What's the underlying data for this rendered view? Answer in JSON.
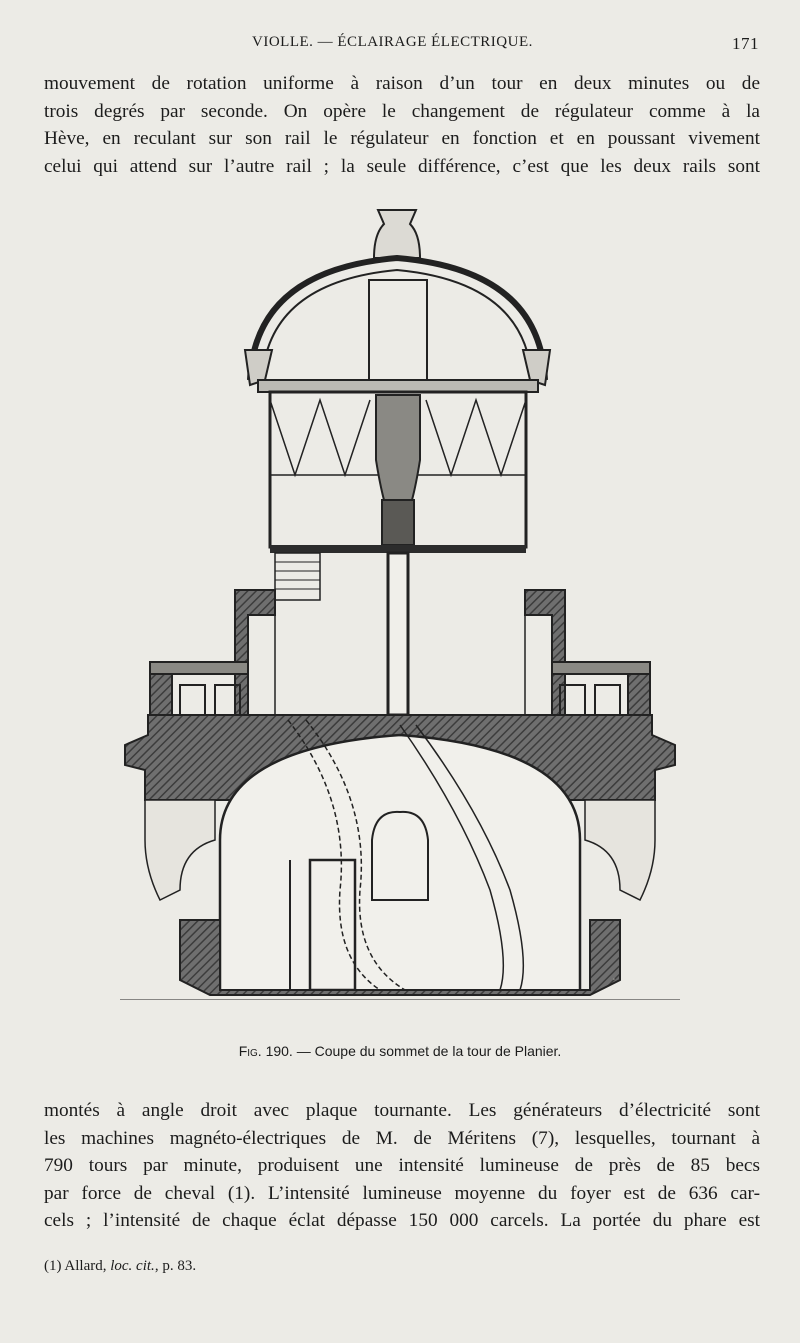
{
  "header": {
    "running_title": "VIOLLE. — ÉCLAIRAGE ÉLECTRIQUE.",
    "page_number": "171"
  },
  "top_paragraph": {
    "lines": [
      "mouvement de rotation uniforme à raison d’un tour en deux minutes ou de",
      "trois degrés par seconde. On opère le changement de régulateur comme à la",
      "Hève, en reculant sur son rail le régulateur en fonction et en poussant vivement",
      "celui qui attend sur l’autre rail ; la seule différence, c’est que les deux rails sont"
    ]
  },
  "figure": {
    "fig_label": "Fig. 190.",
    "caption": "— Coupe du sommet de la tour de Planier."
  },
  "bottom_paragraph": {
    "lines": [
      "montés à angle droit avec plaque tournante. Les générateurs d’électricité sont",
      "les machines magnéto-électriques de M. de Méritens (7), lesquelles, tournant à",
      "790 tours par minute, produisent une intensité lumineuse de près de 85 becs",
      "par force de cheval (1). L’intensité lumineuse moyenne du foyer est de 636 car-",
      "cels ; l’intensité de chaque éclat dépasse 150 000 carcels. La portée du phare est"
    ]
  },
  "footnote": {
    "marker": "(1) Allard,",
    "italic": "loc. cit.",
    "rest": ", p. 83."
  }
}
